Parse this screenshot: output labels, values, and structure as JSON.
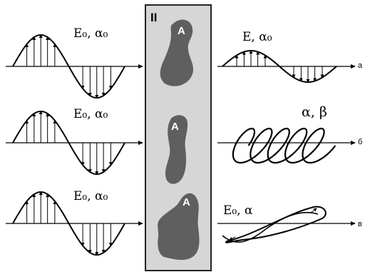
{
  "panel": {
    "label": "II",
    "fill": "#d6d6d6",
    "border": "#222222"
  },
  "samples": [
    {
      "label": "A",
      "fill": "#5f5f5f"
    },
    {
      "label": "A",
      "fill": "#5f5f5f"
    },
    {
      "label": "A",
      "fill": "#5f5f5f"
    }
  ],
  "incident_labels": [
    "E₀, α₀",
    "E₀, α₀",
    "E₀, α₀"
  ],
  "outgoing": [
    {
      "label": "E, α₀",
      "axis_label": "а"
    },
    {
      "label": "α, β",
      "axis_label": "б"
    },
    {
      "label": "E₀, α",
      "axis_label": "в"
    }
  ]
}
